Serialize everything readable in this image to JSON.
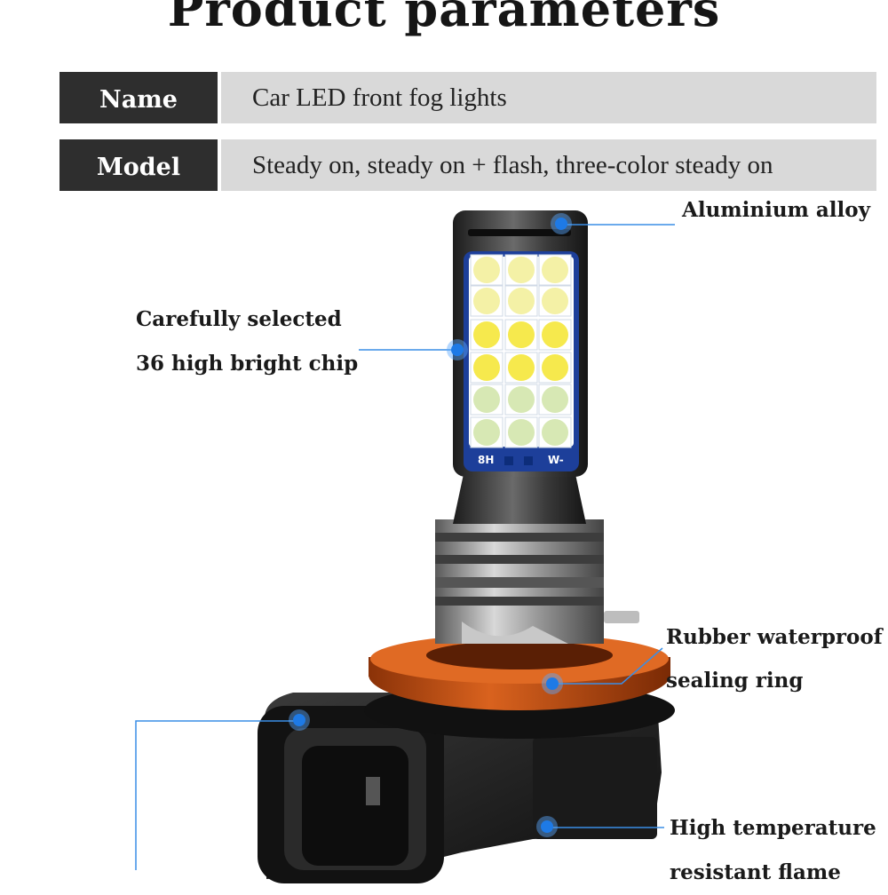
{
  "title": "Product parameters",
  "parameters": [
    {
      "label": "Name",
      "value": "Car LED front fog lights"
    },
    {
      "label": "Model",
      "value": "Steady on, steady on + flash, three-color steady on"
    }
  ],
  "callouts": {
    "aluminium": "Aluminium alloy",
    "chip_line1": "Carefully selected",
    "chip_line2": "36 high bright chip",
    "ring_line1": "Rubber waterproof",
    "ring_line2": "sealing ring",
    "flame_line1": "High temperature",
    "flame_line2": "resistant flame"
  },
  "chip_labels": {
    "left": "8H",
    "right": "W-"
  },
  "chip_colors": [
    "#f4f1a6",
    "#f6e94d",
    "#d7e8b4"
  ],
  "accent_color": "#1e88e5"
}
